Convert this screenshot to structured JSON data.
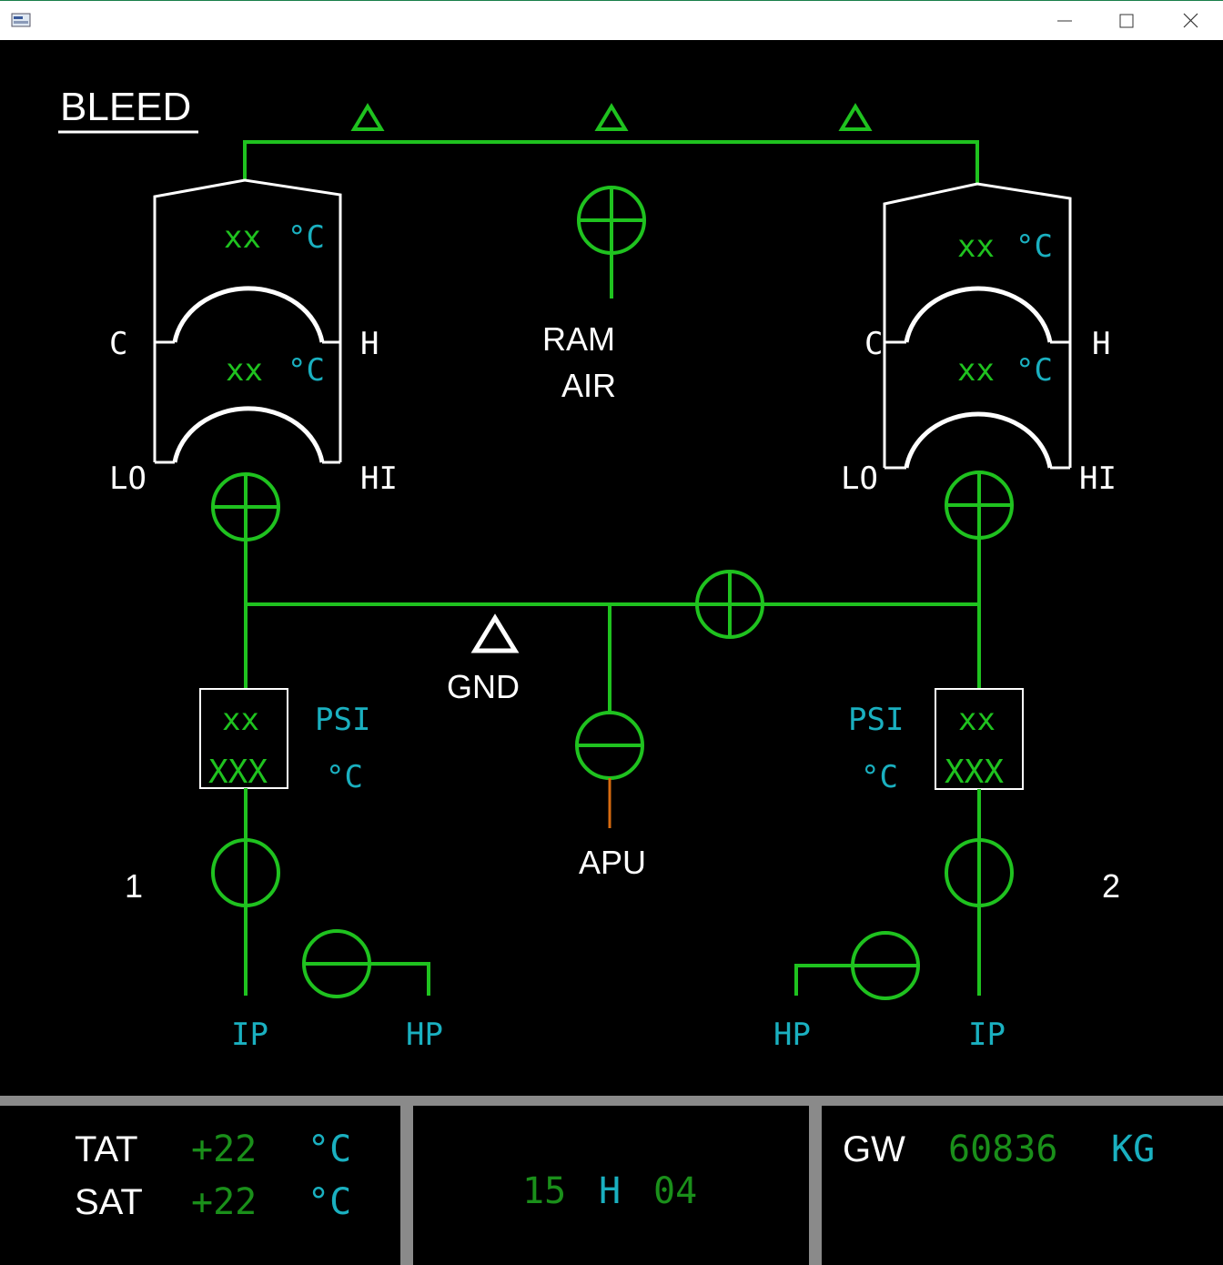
{
  "window": {
    "icons": {
      "app": "app-icon",
      "minimize": "minimize-icon",
      "maximize": "maximize-icon",
      "close": "close-icon"
    }
  },
  "bleed": {
    "title": "BLEED",
    "ram_air": {
      "line1": "RAM",
      "line2": "AIR"
    },
    "gnd": "GND",
    "apu": "APU",
    "pack_left": {
      "temp1": "xx",
      "temp2": "xx",
      "unit": "°C",
      "c_label": "C",
      "h_label": "H",
      "lo_label": "LO",
      "hi_label": "HI"
    },
    "pack_right": {
      "temp1": "xx",
      "temp2": "xx",
      "unit": "°C",
      "c_label": "C",
      "h_label": "H",
      "lo_label": "LO",
      "hi_label": "HI"
    },
    "engine_left": {
      "number": "1",
      "psi_value": "xx",
      "temp_value": "XXX",
      "psi_unit": "PSI",
      "temp_unit": "°C",
      "ip": "IP",
      "hp": "HP"
    },
    "engine_right": {
      "number": "2",
      "psi_value": "xx",
      "temp_value": "XXX",
      "psi_unit": "PSI",
      "temp_unit": "°C",
      "ip": "IP",
      "hp": "HP"
    }
  },
  "footer": {
    "tat_label": "TAT",
    "tat_value": "+22",
    "tat_unit": "°C",
    "sat_label": "SAT",
    "sat_value": "+22",
    "sat_unit": "°C",
    "time_hours": "15",
    "time_h": "H",
    "time_minutes": "04",
    "gw_label": "GW",
    "gw_value": "60836",
    "gw_unit": "KG"
  },
  "colors": {
    "green": "#1fc21f",
    "white": "#ffffff",
    "cyan": "#1ab0c0",
    "amber": "#d66a10",
    "grey": "#8a8a8a"
  }
}
